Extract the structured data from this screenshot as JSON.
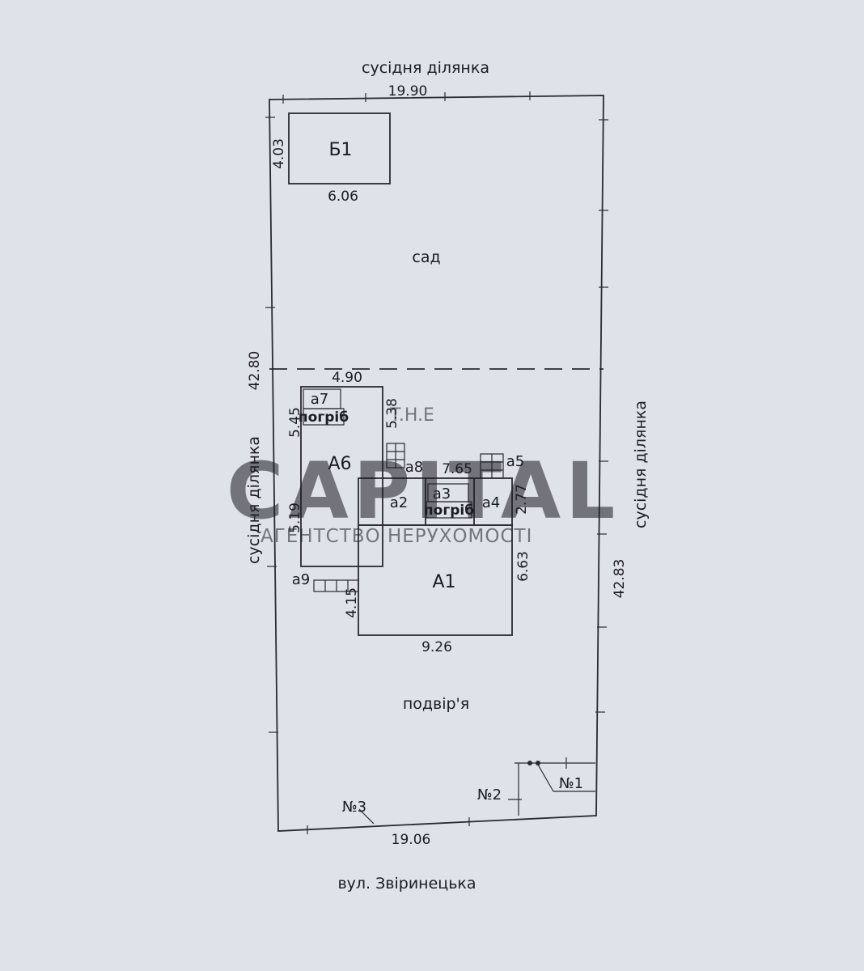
{
  "labels": {
    "top_neighbor": "сусідня ділянка",
    "left_neighbor": "сусідня ділянка",
    "right_neighbor": "сусідня ділянка",
    "street": "вул. Звіринецька",
    "garden": "сад",
    "yard": "подвір'я"
  },
  "dimensions": {
    "top": "19.90",
    "bottom": "19.06",
    "left": "42.80",
    "right": "42.83",
    "b1_height": "4.03",
    "b1_width": "6.06",
    "a6_top": "4.90",
    "a6_left_upper": "5.45",
    "a6_right": "5.38",
    "a6_left_lower": "5.19",
    "block_top": "7.65",
    "block_right_upper": "2.77",
    "a1_right": "6.63",
    "a1_left": "4.15",
    "a1_bottom": "9.26"
  },
  "rooms": {
    "b1": "Б1",
    "a6": "А6",
    "a1": "А1",
    "a2": "а2",
    "a3": "а3",
    "a4": "а4",
    "a5": "а5",
    "a7": "а7",
    "a8": "а8",
    "a9": "а9",
    "cellar_a7": "погріб",
    "cellar_a3": "погріб"
  },
  "markers": {
    "n1": "№1",
    "n2": "№2",
    "n3": "№3"
  },
  "watermark": {
    "line1": "T.H.E",
    "line2": "CAPITAL",
    "line3": "АГЕНТСТВО НЕРУХОМОСТІ"
  }
}
